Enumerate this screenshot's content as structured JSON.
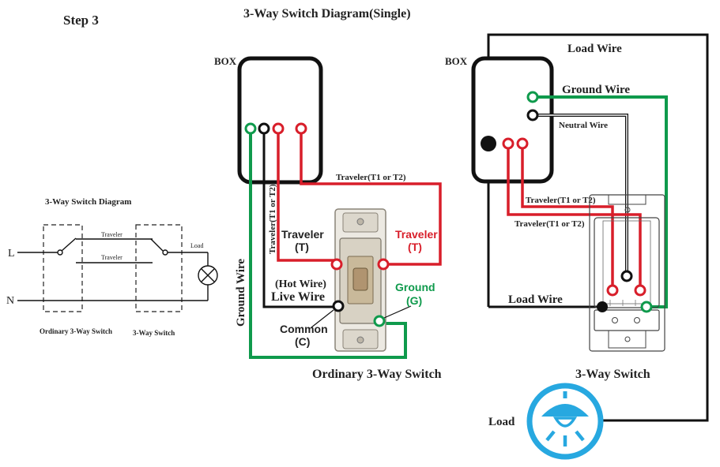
{
  "step_label": "Step 3",
  "title": "3-Way Switch Diagram(Single)",
  "colors": {
    "red": "#d81e2a",
    "green": "#0f9a4c",
    "black": "#111111",
    "blue": "#27a8e0",
    "outline": "#222222"
  },
  "mini_diagram": {
    "title": "3-Way Switch Diagram",
    "line_label": "L",
    "neutral_label": "N",
    "traveler_top": "Traveler",
    "traveler_bottom": "Traveler",
    "load_label": "Load",
    "left_switch_caption": "Ordinary 3-Way Switch",
    "right_switch_caption": "3-Way Switch"
  },
  "left_panel": {
    "box_label": "BOX",
    "traveler_horizontal": "Traveler(T1 or T2)",
    "traveler_vertical": "Traveler(T1 or T2)",
    "ground_wire": "Ground  Wire",
    "traveler_left": "Traveler",
    "traveler_left_code": "(T)",
    "traveler_right": "Traveler",
    "traveler_right_code": "(T)",
    "hot_wire": "(Hot Wire)",
    "live_wire": "Live  Wire",
    "common": "Common",
    "common_code": "(C)",
    "ground": "Ground",
    "ground_code": "(G)",
    "caption": "Ordinary 3-Way Switch"
  },
  "right_panel": {
    "box_label": "BOX",
    "load_wire_top": "Load Wire",
    "ground_wire": "Ground  Wire",
    "neutral_wire": "Neutral Wire",
    "traveler_1": "Traveler(T1 or T2)",
    "traveler_2": "Traveler(T1 or T2)",
    "load_wire": "Load Wire",
    "caption": "3-Way Switch",
    "load_label": "Load"
  }
}
